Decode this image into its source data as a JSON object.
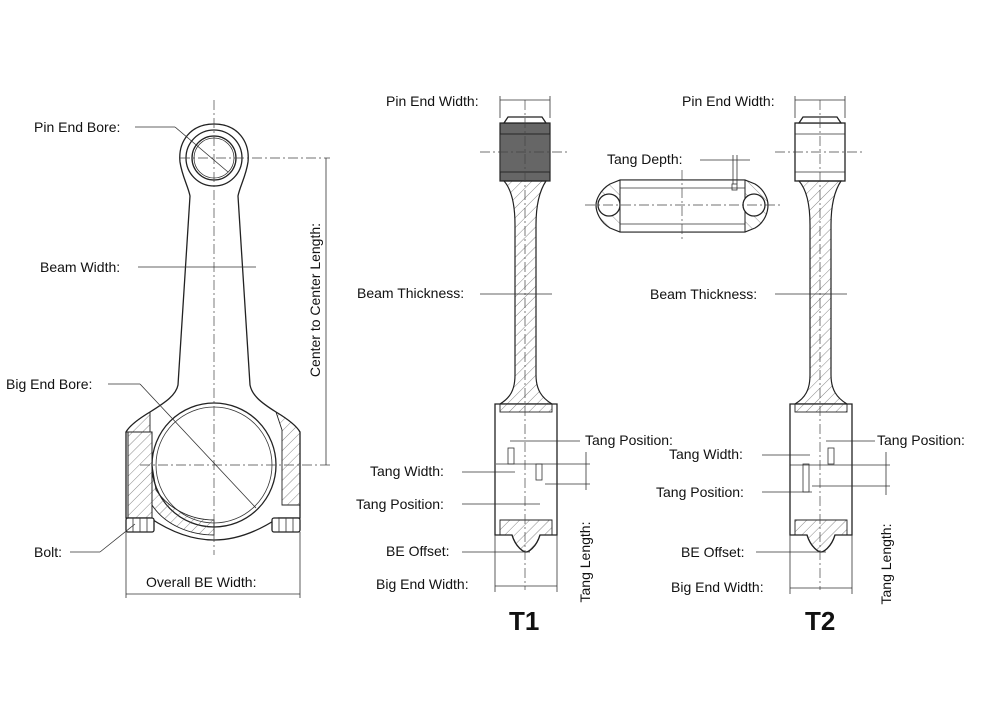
{
  "labels": {
    "pin_end_bore": "Pin End Bore:",
    "beam_width": "Beam Width:",
    "big_end_bore": "Big End Bore:",
    "bolt": "Bolt:",
    "overall_be_width": "Overall BE Width:",
    "center_to_center_length": "Center to Center Length:"
  },
  "t1": {
    "title": "T1",
    "pin_end_width": "Pin End Width:",
    "beam_thickness": "Beam Thickness:",
    "tang_position_top": "Tang Position:",
    "tang_width": "Tang Width:",
    "tang_position": "Tang Position:",
    "be_offset": "BE Offset:",
    "big_end_width": "Big End Width:",
    "tang_length": "Tang Length:"
  },
  "bearing": {
    "tang_depth": "Tang Depth:"
  },
  "t2": {
    "title": "T2",
    "pin_end_width": "Pin End Width:",
    "beam_thickness": "Beam Thickness:",
    "tang_position_top": "Tang Position:",
    "tang_width": "Tang Width:",
    "tang_position": "Tang Position:",
    "be_offset": "BE Offset:",
    "big_end_width": "Big End Width:",
    "tang_length": "Tang Length:"
  }
}
